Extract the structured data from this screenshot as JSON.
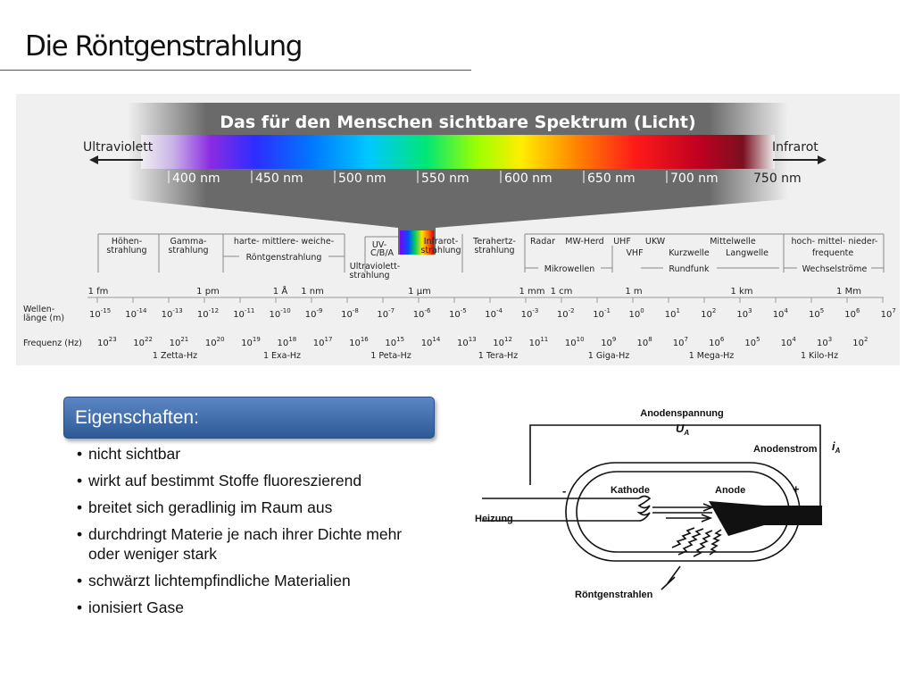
{
  "title": "Die Röntgenstrahlung",
  "spectrum": {
    "banner": "Das für den Menschen sichtbare Spektrum (Licht)",
    "left_label": "Ultraviolett",
    "right_label": "Infrarot",
    "wavelength_ticks": [
      "400 nm",
      "450 nm",
      "500 nm",
      "550 nm",
      "600 nm",
      "650 nm",
      "700 nm",
      "750 nm"
    ],
    "bands": {
      "hoehen": [
        "Höhen-",
        "strahlung"
      ],
      "gamma": [
        "Gamma-",
        "strahlung"
      ],
      "roentgen_types": "harte-  mittlere-  weiche-",
      "roentgen": "Röntgenstrahlung",
      "uv": [
        "UV-",
        "C/B/A"
      ],
      "uv_sub": [
        "Ultraviolett-",
        "strahlung"
      ],
      "ir": [
        "Infrarot-",
        "strahlung"
      ],
      "thz": [
        "Terahertz-",
        "strahlung"
      ],
      "radar": "Radar",
      "mw_herd": "MW-Herd",
      "uhf": "UHF",
      "ukw": "UKW",
      "vhf": "VHF",
      "mittelwelle": "Mittelwelle",
      "kurzwelle": "Kurzwelle",
      "langwelle": "Langwelle",
      "mikrowellen": "Mikrowellen",
      "rundfunk": "Rundfunk",
      "hoch": [
        "hoch- mittel- nieder-",
        "frequente"
      ],
      "wechselstroeme": "Wechselströme"
    },
    "length_marks": [
      "1 fm",
      "1 pm",
      "1 Å",
      "1 nm",
      "1 µm",
      "1 mm",
      "1 cm",
      "1 m",
      "1 km",
      "1 Mm"
    ],
    "wavelength_label": [
      "Wellen-",
      "länge (m)"
    ],
    "wavelength_exponents": [
      "-15",
      "-14",
      "-13",
      "-12",
      "-11",
      "-10",
      "-9",
      "-8",
      "-7",
      "-6",
      "-5",
      "-4",
      "-3",
      "-2",
      "-1",
      "0",
      "1",
      "2",
      "3",
      "4",
      "5",
      "6",
      "7"
    ],
    "frequency_label": "Frequenz (Hz)",
    "frequency_exponents": [
      "23",
      "22",
      "21",
      "20",
      "19",
      "18",
      "17",
      "16",
      "15",
      "14",
      "13",
      "12",
      "11",
      "10",
      "9",
      "8",
      "7",
      "6",
      "5",
      "4",
      "3",
      "2"
    ],
    "frequency_names": [
      "1 Zetta-Hz",
      "1 Exa-Hz",
      "1 Peta-Hz",
      "1 Tera-Hz",
      "1 Giga-Hz",
      "1 Mega-Hz",
      "1 Kilo-Hz"
    ]
  },
  "properties": {
    "heading": "Eigenschaften:",
    "bullet": "•",
    "items": [
      "nicht sichtbar",
      "wirkt auf bestimmt Stoffe fluoreszierend",
      "breitet sich geradlinig im Raum aus",
      "durchdringt Materie je nach ihrer Dichte mehr oder weniger stark",
      "schwärzt lichtempfindliche Materialien",
      "ionisiert Gase"
    ]
  },
  "tube": {
    "anodenspannung": "Anodenspannung",
    "ua_main": "U",
    "ua_sub": "A",
    "anodenstrom": "Anodenstrom",
    "ia_main": "i",
    "ia_sub": "A",
    "minus": "-",
    "plus": "+",
    "kathode": "Kathode",
    "anode": "Anode",
    "heizung": "Heizung",
    "roentgenstrahlen": "Röntgenstrahlen"
  },
  "colors": {
    "header_blue": "#3a66a8",
    "banner_grey": "#6e6e6e",
    "spectrum_bg": "#f0f0f0"
  }
}
